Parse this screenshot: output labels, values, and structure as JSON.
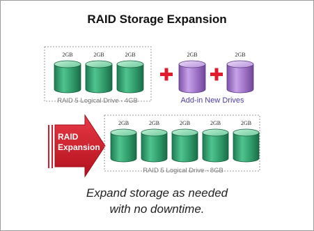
{
  "title": "RAID Storage Expansion",
  "top_group": {
    "drive_labels": [
      "2GB",
      "2GB",
      "2GB"
    ],
    "caption": "RAID 5 Logical Drive - 4GB"
  },
  "add_in": {
    "drive_labels": [
      "2GB",
      "2GB"
    ],
    "caption": "Add-in New Drives"
  },
  "arrow": {
    "line1": "RAID",
    "line2": "Expansion"
  },
  "bottom_group": {
    "drive_labels": [
      "2GB",
      "2GB",
      "2GB",
      "2GB",
      "2GB"
    ],
    "caption": "RAID 5 Logical Drive - 8GB"
  },
  "footer": {
    "line1": "Expand storage as needed",
    "line2": "with no downtime."
  },
  "colors": {
    "green_drive": "#3aa878",
    "purple_drive": "#a97fce",
    "arrow_red": "#d41a2a",
    "plus_red": "#e01b2b",
    "addin_text": "#4b3da5"
  }
}
